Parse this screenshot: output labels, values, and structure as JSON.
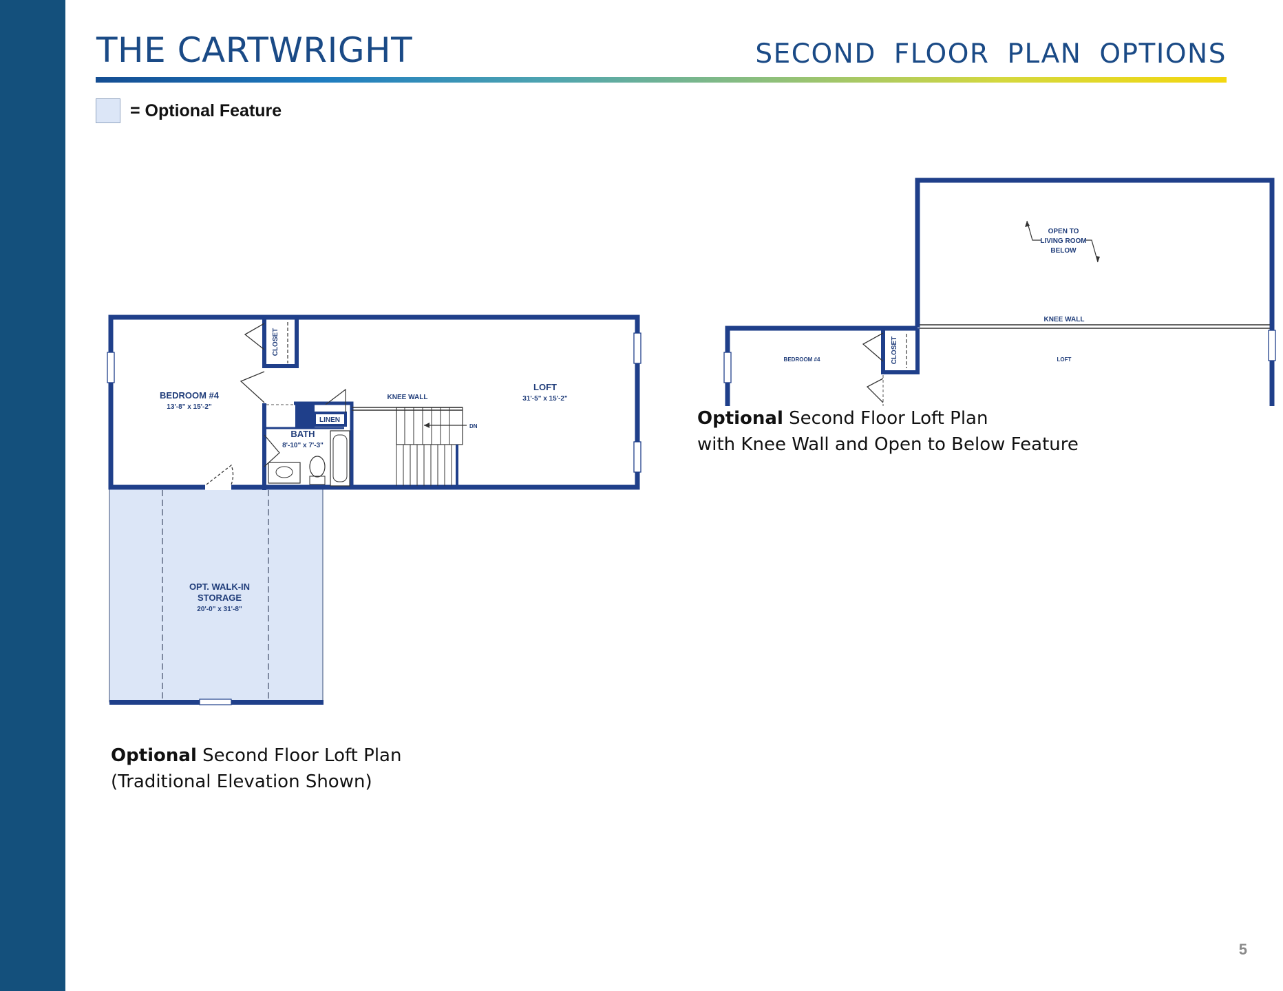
{
  "header": {
    "title": "THE CARTWRIGHT",
    "section_title": "SECOND  FLOOR  PLAN  OPTIONS"
  },
  "legend": {
    "label": "= Optional Feature",
    "swatch_color": "#dce6f7"
  },
  "colors": {
    "sidebar": "#14507c",
    "title": "#1a4a86",
    "wall": "#1f3f8a",
    "optional_fill": "#dce6f7"
  },
  "plan_a": {
    "bedroom": {
      "name": "BEDROOM #4",
      "dims": "13'-8\" x 15'-2\""
    },
    "closet": "CLOSET",
    "linen": "LINEN",
    "bath": {
      "name": "BATH",
      "dims": "8'-10\" x 7'-3\""
    },
    "knee_wall": "KNEE WALL",
    "stairs_label": "DN",
    "loft": {
      "name": "LOFT",
      "dims": "31'-5\" x 15'-2\""
    },
    "storage": {
      "name_line1": "OPT. WALK-IN",
      "name_line2": "STORAGE",
      "dims": "20'-0\" x 31'-8\""
    },
    "caption": {
      "bold": "Optional",
      "line1": " Second Floor Loft Plan",
      "line2": "(Traditional Elevation Shown)"
    }
  },
  "plan_b": {
    "open_to_below": [
      "OPEN TO",
      "LIVING ROOM",
      "BELOW"
    ],
    "knee_wall": "KNEE WALL",
    "bedroom": "BEDROOM #4",
    "closet": "CLOSET",
    "loft": "LOFT",
    "caption": {
      "bold": "Optional",
      "line1": " Second Floor Loft Plan",
      "line2": "with Knee Wall and Open to Below Feature"
    }
  },
  "page_number": "5"
}
